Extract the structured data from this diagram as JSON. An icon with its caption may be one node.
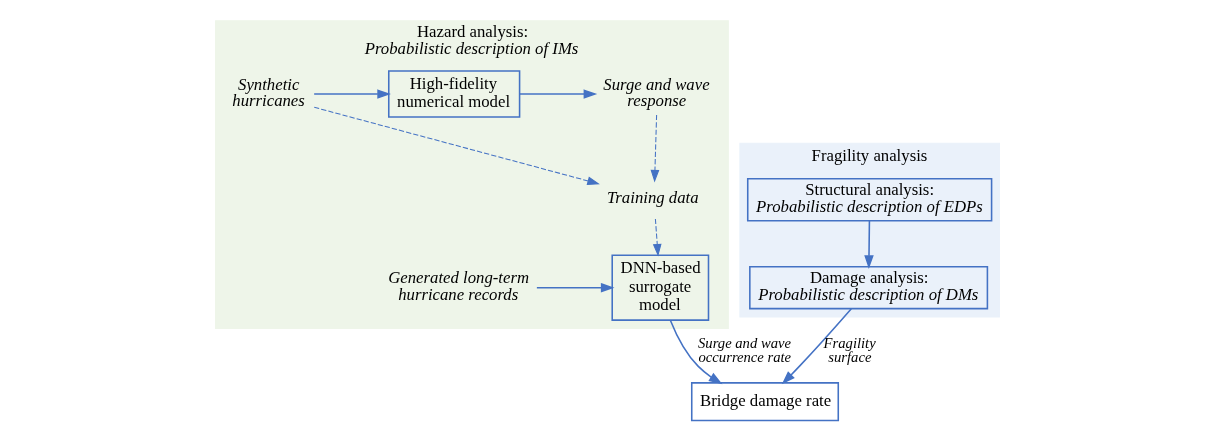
{
  "diagram": {
    "nodes": [
      {
        "text": [
          "Hazard analysis:",
          "Probabilistic description of IMs"
        ]
      },
      {
        "text": [
          "Synthetic hurricanes"
        ],
        "in": 0
      },
      {
        "text": [
          "High-fidelity numerical model"
        ],
        "in": 0
      },
      {
        "text": [
          "Surge and wave response"
        ],
        "in": 0
      },
      {
        "text": [
          "Training data"
        ],
        "in": 0
      },
      {
        "text": [
          "Generated long-term hurricane records"
        ],
        "in": 0
      },
      {
        "text": [
          "DNN-based surrogate model"
        ],
        "in": 0
      },
      {
        "text": [
          "Fragility analysis"
        ]
      },
      {
        "text": [
          "Structural analysis:",
          "Probabilistic description of EDPs"
        ],
        "in": 7
      },
      {
        "text": [
          "Damage analysis:",
          "Probabilistic description of DMs"
        ],
        "in": 7
      },
      {
        "text": [
          "Bridge damage rate"
        ]
      }
    ],
    "edges": [
      {
        "from": 1,
        "to": 2,
        "arrow": "to"
      },
      {
        "from": 2,
        "to": 3,
        "arrow": "to"
      },
      {
        "from": 1,
        "to": 4,
        "arrow": "to",
        "style": "dashed"
      },
      {
        "from": 3,
        "to": 4,
        "arrow": "to",
        "style": "dashed"
      },
      {
        "from": 4,
        "to": 6,
        "arrow": "to",
        "style": "dashed"
      },
      {
        "from": 5,
        "to": 6,
        "arrow": "to"
      },
      {
        "from": 6,
        "to": 10,
        "arrow": "to",
        "label": "Surge and wave occurrence rate"
      },
      {
        "from": 8,
        "to": 9,
        "arrow": "to"
      },
      {
        "from": 9,
        "to": 10,
        "arrow": "to",
        "label": "Fragility surface"
      }
    ]
  }
}
